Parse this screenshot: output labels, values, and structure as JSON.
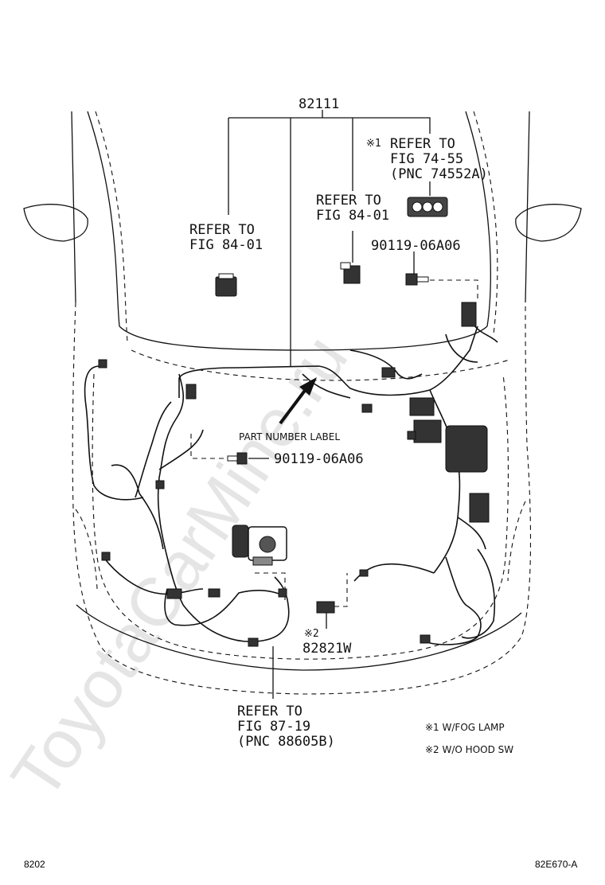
{
  "diagram": {
    "main_part": "82111",
    "labels": {
      "refer_left_1": "REFER TO",
      "refer_left_2": "FIG 84-01",
      "refer_mid_1": "REFER TO",
      "refer_mid_2": "FIG 84-01",
      "refer_top_mark": "※1",
      "refer_top_1": "REFER TO",
      "refer_top_2": "FIG 74-55",
      "refer_top_3": "(PNC 74552A)",
      "bolt_right": "90119-06A06",
      "bolt_left": "90119-06A06",
      "part_number_label": "PART NUMBER LABEL",
      "sensor_mark": "※2",
      "sensor_part": "82821W",
      "refer_bottom_1": "REFER TO",
      "refer_bottom_2": "FIG 87-19",
      "refer_bottom_3": "(PNC 88605B)"
    },
    "notes": {
      "note1": "※1 W/FOG LAMP",
      "note2": "※2 W/O HOOD SW"
    },
    "footer": {
      "page_code": "8202",
      "figure_code": "82E670-A"
    },
    "watermark": "ToyotaCarMine.ru"
  }
}
